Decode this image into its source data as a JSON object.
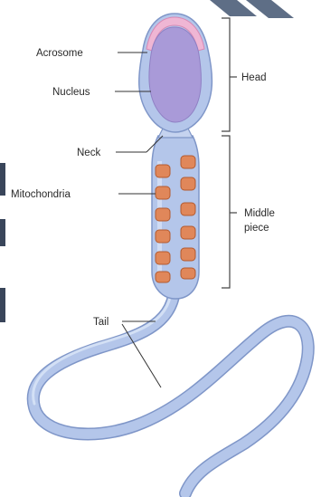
{
  "labels": {
    "acrosome": "Acrosome",
    "nucleus": "Nucleus",
    "head": "Head",
    "neck": "Neck",
    "mitochondria": "Mitochondria",
    "middle_piece_line1": "Middle",
    "middle_piece_line2": "piece",
    "tail": "Tail"
  },
  "colors": {
    "cell_body": "#b4c6ea",
    "cell_outline": "#7f96c8",
    "nucleus": "#a99ad8",
    "acrosome": "#efb6d4",
    "mitochondria": "#e0875a",
    "mitochondria_outline": "#b35a2f"
  }
}
